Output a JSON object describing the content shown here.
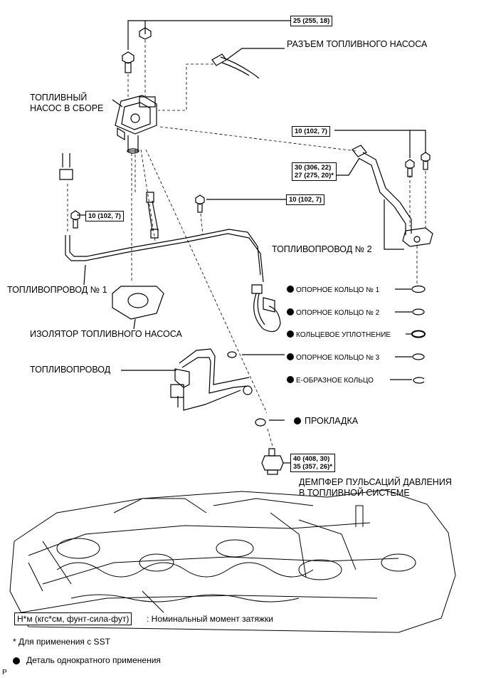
{
  "torque": {
    "t1": "25 (255, 18)",
    "t2": "10 (102, 7)",
    "t3a": "30 (306, 22)",
    "t3b": "27 (275, 20)*",
    "t4": "10 (102, 7)",
    "t5": "10 (102, 7)",
    "t6a": "40 (408, 30)",
    "t6b": "35 (357, 26)*"
  },
  "labels": {
    "connector": "РАЗЪЕМ ТОПЛИВНОГО НАСОСА",
    "pump_line1": "ТОПЛИВНЫЙ",
    "pump_line2": "НАСОС В СБОРЕ",
    "pipe2": "ТОПЛИВОПРОВОД № 2",
    "pipe1": "ТОПЛИВОПРОВОД № 1",
    "insulator": "ИЗОЛЯТОР ТОПЛИВНОГО НАСОСА",
    "pipe": "ТОПЛИВОПРОВОД",
    "ring1": "ОПОРНОЕ КОЛЬЦО № 1",
    "ring2": "ОПОРНОЕ КОЛЬЦО № 2",
    "oring": "КОЛЬЦЕВОЕ УПЛОТНЕНИЕ",
    "ring3": "ОПОРНОЕ КОЛЬЦО № 3",
    "ering": "Е-ОБРАЗНОЕ КОЛЬЦО",
    "gasket": "ПРОКЛАДКА",
    "damper_line1": "ДЕМПФЕР ПУЛЬСАЦИЙ ДАВЛЕНИЯ",
    "damper_line2": "В ТОПЛИВНОЙ СИСТЕМЕ"
  },
  "legend": {
    "unit_box": "Н*м (кгс*см, фунт-сила-фут)",
    "unit_desc": ": Номинальный момент затяжки",
    "sst_note": "* Для применения с SST",
    "single_use": "Деталь однократного применения",
    "corner": "P"
  }
}
